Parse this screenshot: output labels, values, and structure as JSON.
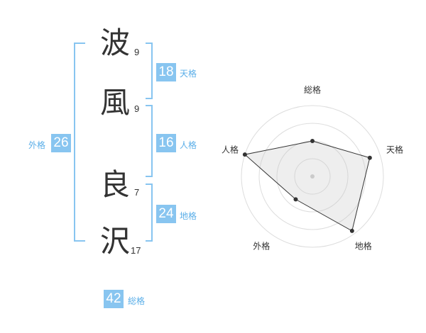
{
  "name_chars": [
    {
      "char": "波",
      "strokes": "9"
    },
    {
      "char": "風",
      "strokes": "9"
    },
    {
      "char": "良",
      "strokes": "7"
    },
    {
      "char": "沢",
      "strokes": "17"
    }
  ],
  "fortunes": {
    "tenkaku": {
      "value": "18",
      "label": "天格"
    },
    "jinkaku": {
      "value": "16",
      "label": "人格"
    },
    "chikaku": {
      "value": "24",
      "label": "地格"
    },
    "gaikaku": {
      "value": "26",
      "label": "外格"
    },
    "soukaku": {
      "value": "42",
      "label": "総格"
    }
  },
  "accent_color": "#88c5f0",
  "chart_data": {
    "type": "radar",
    "axes": [
      "総格",
      "天格",
      "地格",
      "外格",
      "人格"
    ],
    "values": [
      0.5,
      0.85,
      0.95,
      0.4,
      1.0
    ],
    "rings": 4,
    "range": [
      0,
      1
    ]
  }
}
